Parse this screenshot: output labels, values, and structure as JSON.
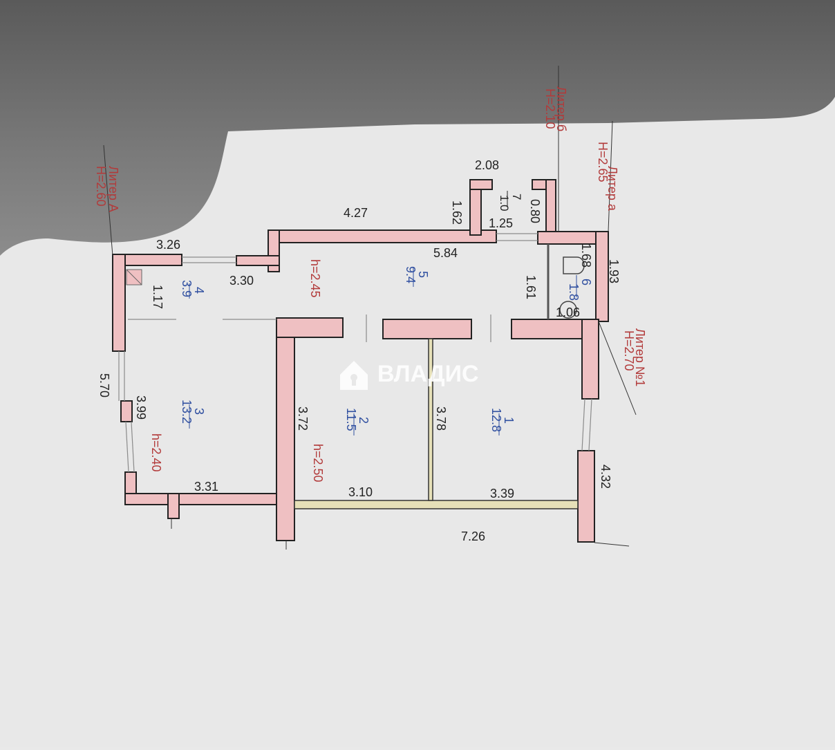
{
  "liters": [
    {
      "name": "Литер а",
      "height": "H=2.65"
    },
    {
      "name": "Литер б",
      "height": "H=2.10"
    },
    {
      "name": "Литер А",
      "height": "H=2.60"
    },
    {
      "name": "Литер №1",
      "height": "H=2.70"
    }
  ],
  "rooms": [
    {
      "number": "1",
      "area": "12.8"
    },
    {
      "number": "2",
      "area": "11.5"
    },
    {
      "number": "3",
      "area": "13.2"
    },
    {
      "number": "4",
      "area": "3.9"
    },
    {
      "number": "5",
      "area": "9.4"
    },
    {
      "number": "6",
      "area": "1.8"
    },
    {
      "number": "7",
      "area": "1.0"
    }
  ],
  "ceiling_heights": [
    "h=2.45",
    "h=2.50",
    "h=2.40"
  ],
  "dimensions": {
    "d_2_08": "2.08",
    "d_1_62": "1.62",
    "d_0_80": "0.80",
    "d_1_25": "1.25",
    "d_4_27": "4.27",
    "d_3_26": "3.26",
    "d_3_30": "3.30",
    "d_5_84": "5.84",
    "d_1_68": "1.68",
    "d_1_93": "1.93",
    "d_1_61": "1.61",
    "d_1_06": "1.06",
    "d_1_17": "1.17",
    "d_5_70": "5.70",
    "d_3_99": "3.99",
    "d_3_72": "3.72",
    "d_3_78": "3.78",
    "d_3_31": "3.31",
    "d_3_10": "3.10",
    "d_3_39": "3.39",
    "d_4_32": "4.32",
    "d_7_26": "7.26"
  },
  "watermark": "ВЛАДИС",
  "colors": {
    "wall": "#efc0c2",
    "label_red": "#b23a3a",
    "label_blue": "#2f4fa0"
  }
}
